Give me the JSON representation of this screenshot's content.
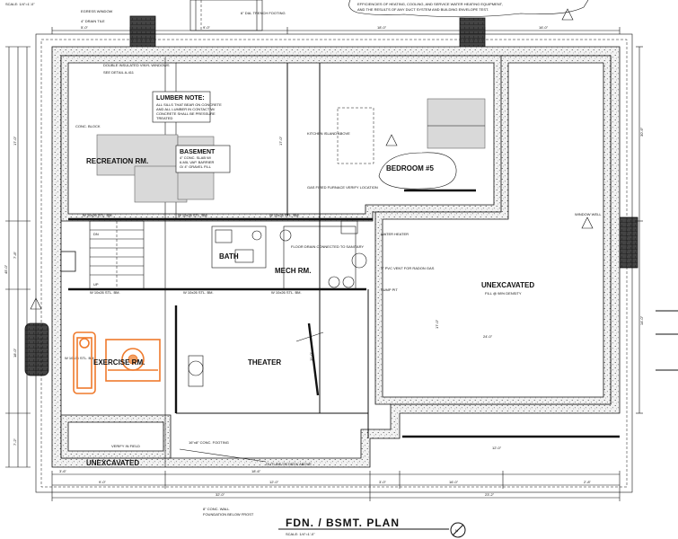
{
  "drawing": {
    "title": "FDN. / BSMT. PLAN",
    "scale": "SCALE: 1/4\"=1'-0\"",
    "north_symbol": "N",
    "top_note_line1": "EFFICIENCIES OF HEATING, COOLING, AND SERVICE WATER HEATING EQUIPMENT,",
    "top_note_line2": "AND THE RESULTS OF ANY DUCT SYSTEM AND BUILDING ENVELOPE TEST."
  },
  "rooms": {
    "recreation": "RECREATION RM.",
    "bedroom": "BEDROOM #5",
    "bath": "BATH",
    "mech": "MECH RM.",
    "theater": "THEATER",
    "exercise": "EXERCISE RM.",
    "unexcavated_right": "UNEXCAVATED",
    "unexcavated_right_sub": "FILL @ 98% DENSITY",
    "unexcavated_left": "UNEXCAVATED"
  },
  "notes": {
    "lumber_title": "LUMBER NOTE:",
    "lumber_line1": "ALL SILLS THAT BEAR ON CONCRETE",
    "lumber_line2": "AND ALL LUMBER IN CONTACT W/",
    "lumber_line3": "CONCRETE SHALL BE PRESSURE",
    "lumber_line4": "TREATED",
    "basement_title": "BASEMENT",
    "basement_line1": "4\" CONC. SLAB W/",
    "basement_line2": "6-MIL VAP. BARRIER",
    "basement_line3": "O/ 4\" GRAVEL FILL",
    "egress": "EGRESS WINDOW",
    "drain_tile": "4\" DRAIN TILE",
    "double_insulated": "DOUBLE INSULATED VINYL WINDOWS",
    "see_detail": "SEE DETAIL A-411",
    "conc_block": "CONC. BLOCK",
    "kitchen": "KITCHEN ISLAND ABOVE",
    "gas_furnace": "GAS FIRED FURNACE VERIFY LOCATION",
    "floor_drain": "FLOOR DRAIN CONNECTED TO SANITARY",
    "water_heater": "WATER HEATER",
    "radon": "3\" PVC VENT FOR RADON GAS",
    "sump": "SUMP PIT",
    "outline": "OUTLINE OF DECK ABOVE",
    "beam1": "W 10x26 STL. BM.",
    "beam2": "W 10x26 STL. BM.",
    "beam3": "W 10x26 STL. BM.",
    "beam4": "W 10x26 STL. BM.",
    "beam5": "W 10x26 STL. BM.",
    "beam6": "W 10x26 STL. BM.",
    "beam7": "W 10x26 STL. BM.",
    "stair": "DN",
    "stair2": "UP",
    "footing": "16\"x8\" CONC. FOOTING",
    "frost": "FOUNDATION BELOW FROST",
    "verify": "VERIFY IN FIELD",
    "conc_wall": "8\" CONC. WALL",
    "trench": "6\" DIA. TRENCH FOOTING",
    "window": "WINDOW WELL"
  },
  "dims": {
    "top_left": "5'-0\"",
    "top_mid1": "9'-0\"",
    "top_mid2": "18'-0\"",
    "top_right": "16'-0\"",
    "left_1": "45'-0\"",
    "left_2": "17'-0\"",
    "left_3": "7'-8\"",
    "left_4": "18'-0\"",
    "left_5": "7'-2\"",
    "right_1": "30'-6\"",
    "right_2": "14'-0\"",
    "mid_1": "17'-0\"",
    "mid_2": "11'-0\"",
    "mid_3": "17'-0\"",
    "mid_4": "24'-0\"",
    "bot_1": "3'-6\"",
    "bot_2": "18'-6\"",
    "bot_3": "3'-0\"",
    "bot_4": "32'-0\"",
    "bot_5": "23'-2\"",
    "bot_6": "9'-0\"",
    "bot_7": "12'-0\"",
    "bot_8": "16'-0\"",
    "bot_9": "2'-8\"",
    "side_a": "12'-0\""
  }
}
